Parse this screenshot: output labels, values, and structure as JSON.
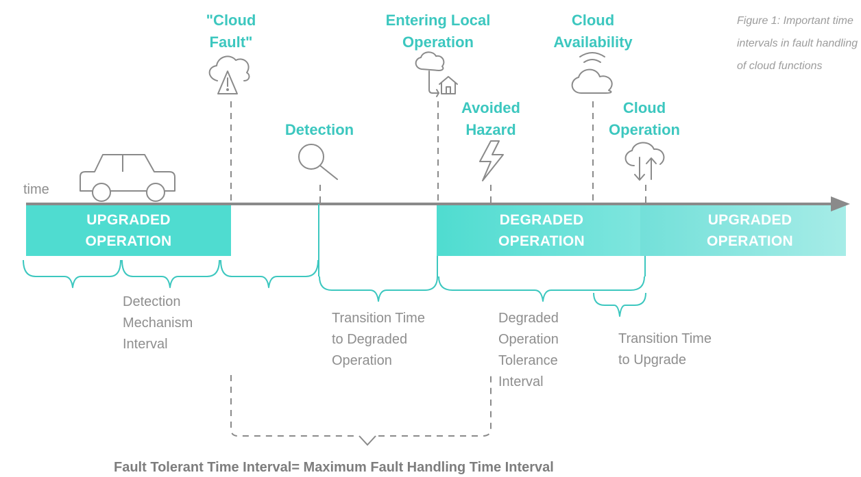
{
  "figure": {
    "caption": "Figure 1: Important time\nintervals in fault handling\nof cloud functions",
    "time_label": "time"
  },
  "events": {
    "cloud_fault": "\"Cloud\nFault\"",
    "detection": "Detection",
    "entering_local_operation": "Entering Local\nOperation",
    "avoided_hazard": "Avoided\nHazard",
    "cloud_availability": "Cloud\nAvailability",
    "cloud_operation": "Cloud\nOperation"
  },
  "phases": {
    "upgraded_1": "UPGRADED\nOPERATION",
    "degraded": "DEGRADED\nOPERATION",
    "upgraded_2": "UPGRADED\nOPERATION"
  },
  "intervals": {
    "detection_mechanism": "Detection\nMechanism\nInterval",
    "transition_degraded": "Transition Time\nto Degraded\nOperation",
    "degraded_tolerance": "Degraded\nOperation\nTolerance\nInterval",
    "transition_upgrade": "Transition Time\nto Upgrade",
    "ftti": "Fault Tolerant Time Interval= Maximum Fault Handling Time Interval"
  },
  "colors": {
    "accent": "#3cc7bf",
    "band_teal": "#4fdcd0",
    "icon_gray": "#8a8a8a",
    "text_gray": "#8e8e8e"
  },
  "icons": [
    "car-icon",
    "cloud-warning-icon",
    "magnifier-icon",
    "cloud-home-icon",
    "lightning-icon",
    "cloud-wifi-icon",
    "cloud-sync-icon"
  ]
}
